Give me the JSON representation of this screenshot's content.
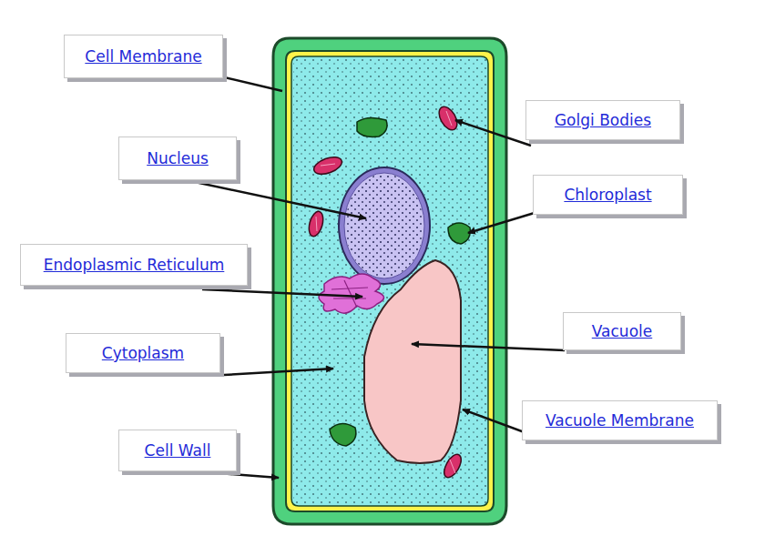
{
  "diagram": {
    "nodes": [
      {
        "text": [
          "Cell Membrane"
        ]
      },
      {
        "text": [
          "Golgi Bodies"
        ]
      },
      {
        "text": [
          "Nucleus"
        ]
      },
      {
        "text": [
          "Chloroplast"
        ]
      },
      {
        "text": [
          "Endoplasmic Reticulum"
        ]
      },
      {
        "text": [
          "Vacuole"
        ]
      },
      {
        "text": [
          "Cytoplasm"
        ]
      },
      {
        "text": [
          "Vacuole Membrane"
        ]
      },
      {
        "text": [
          "Cell Wall"
        ]
      }
    ]
  }
}
